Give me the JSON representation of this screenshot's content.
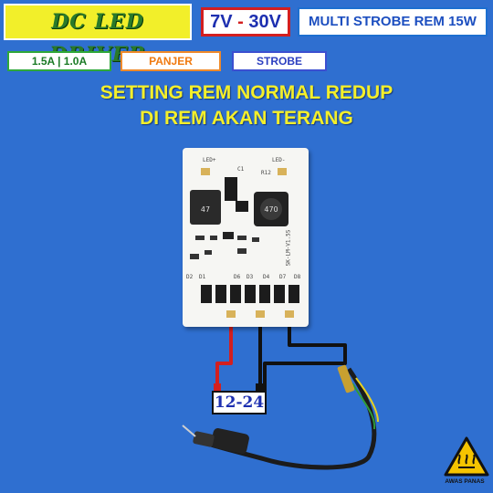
{
  "header": {
    "title": "DC LED DRIVER",
    "voltage_from": "7V",
    "voltage_sep": " - ",
    "voltage_to": "30V",
    "subtitle": "MULTI STROBE REM 15W"
  },
  "chips": {
    "current": "1.5A  |  1.0A",
    "panjer": "PANJER",
    "strobe": "STROBE"
  },
  "headline": {
    "line1": "SETTING REM NORMAL REDUP",
    "line2": "DI REM AKAN TERANG"
  },
  "board": {
    "silk_led_minus": "LED-",
    "silk_led_plus": "LED+",
    "silk_r12": "R12",
    "silk_c1": "C1",
    "silk_d2": "D2",
    "silk_d1": "D1",
    "silk_d3": "D3",
    "silk_d4": "D4",
    "silk_d7": "D7",
    "silk_d6": "D6",
    "silk_d8": "D8",
    "silk_model": "SK-LM-V1.5S",
    "cap_label": "47",
    "inductor_label": "470"
  },
  "battery": {
    "label": "12-24"
  },
  "warning": {
    "label": "AWAS PANAS"
  },
  "colors": {
    "background": "#2f6fd0",
    "title_bg": "#f2ef2a",
    "headline": "#f4ef2a",
    "wire_red": "#d31f1f",
    "wire_black": "#111111"
  }
}
